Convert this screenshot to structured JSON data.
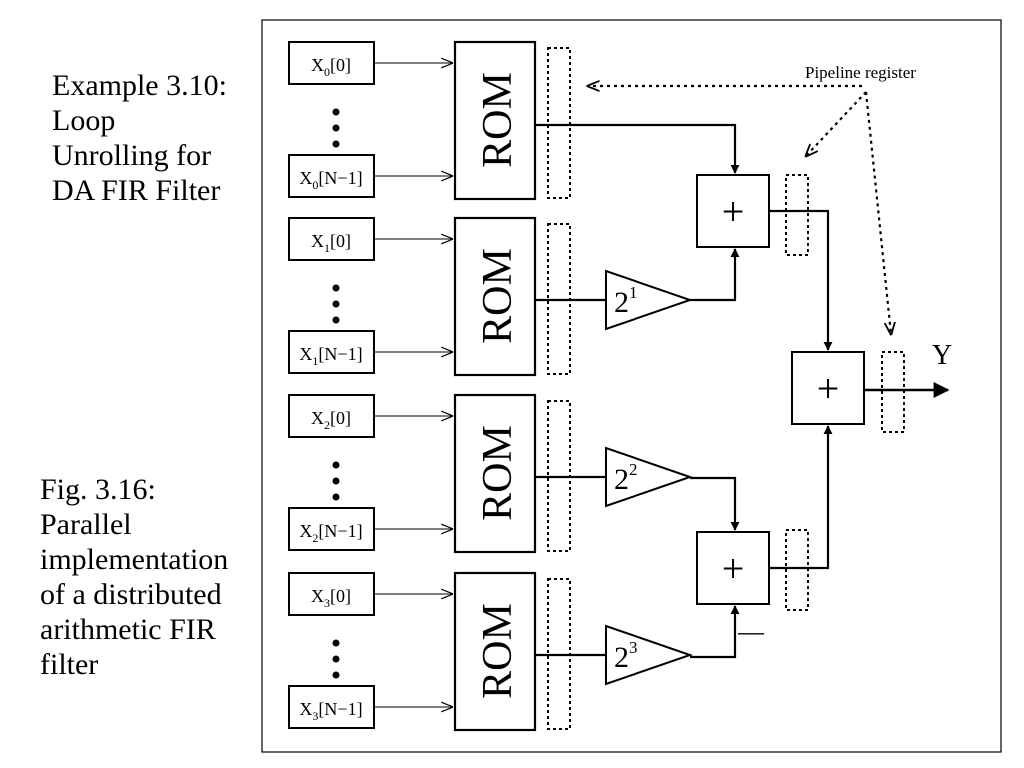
{
  "title_lines": [
    "Example 3.10:",
    "Loop",
    "Unrolling for",
    "DA FIR Filter"
  ],
  "caption_lines": [
    "Fig. 3.16:",
    "Parallel",
    "implementation",
    "of a distributed",
    "arithmetic FIR",
    "filter"
  ],
  "pipeline_label": "Pipeline register",
  "output_label": "Y",
  "rom_label": "ROM",
  "adder_symbol": "+",
  "minus_symbol": "—",
  "groups": [
    {
      "first": {
        "base": "X",
        "sub": "0",
        "idx": "[0]"
      },
      "last": {
        "base": "X",
        "sub": "0",
        "idx": "[N−1]"
      },
      "gain": null
    },
    {
      "first": {
        "base": "X",
        "sub": "1",
        "idx": "[0]"
      },
      "last": {
        "base": "X",
        "sub": "1",
        "idx": "[N−1]"
      },
      "gain": {
        "base": "2",
        "exp": "1"
      }
    },
    {
      "first": {
        "base": "X",
        "sub": "2",
        "idx": "[0]"
      },
      "last": {
        "base": "X",
        "sub": "2",
        "idx": "[N−1]"
      },
      "gain": {
        "base": "2",
        "exp": "2"
      }
    },
    {
      "first": {
        "base": "X",
        "sub": "3",
        "idx": "[0]"
      },
      "last": {
        "base": "X",
        "sub": "3",
        "idx": "[N−1]"
      },
      "gain": {
        "base": "2",
        "exp": "3"
      }
    }
  ]
}
